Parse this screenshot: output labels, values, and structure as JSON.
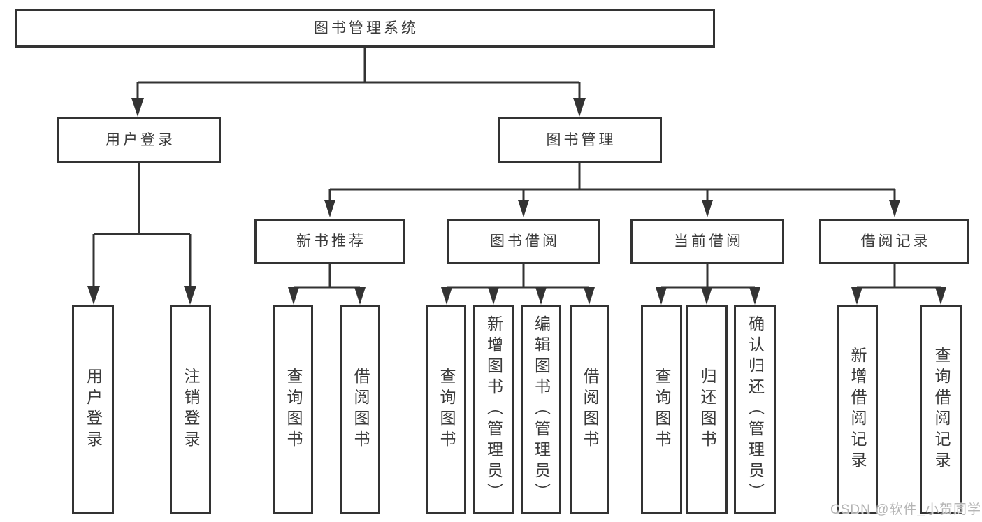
{
  "diagram": {
    "colors": {
      "line": "#333333",
      "text": "#3a3a3a",
      "background": "#ffffff",
      "watermark": "#b5b5b5"
    },
    "tree": {
      "root": {
        "label": "图书管理系统"
      },
      "branches": [
        {
          "label": "用户登录",
          "children": [
            {
              "label": "用户登录"
            },
            {
              "label": "注销登录"
            }
          ]
        },
        {
          "label": "图书管理",
          "children": [
            {
              "label": "新书推荐",
              "children": [
                {
                  "label": "查询图书"
                },
                {
                  "label": "借阅图书"
                }
              ]
            },
            {
              "label": "图书借阅",
              "children": [
                {
                  "label": "查询图书"
                },
                {
                  "label": "新增图书（管理员）"
                },
                {
                  "label": "编辑图书（管理员）"
                },
                {
                  "label": "借阅图书"
                }
              ]
            },
            {
              "label": "当前借阅",
              "children": [
                {
                  "label": "查询图书"
                },
                {
                  "label": "归还图书"
                },
                {
                  "label": "确认归还（管理员）"
                }
              ]
            },
            {
              "label": "借阅记录",
              "children": [
                {
                  "label": "新增借阅记录"
                },
                {
                  "label": "查询借阅记录"
                }
              ]
            }
          ]
        }
      ]
    },
    "watermark": "CSDN @软件_小贺同学"
  }
}
